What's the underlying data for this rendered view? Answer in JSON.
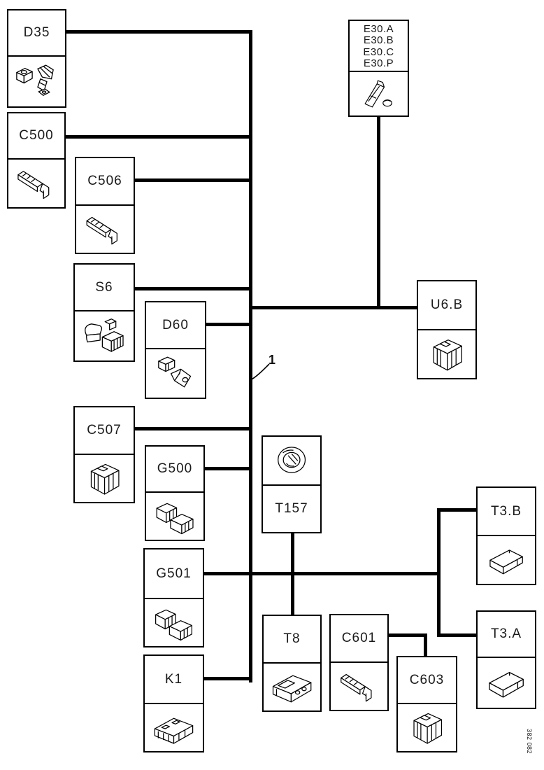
{
  "diagram": {
    "callout_label": "1",
    "doc_number": "382 082",
    "line_color": "#000000",
    "background_color": "#ffffff",
    "boxes": [
      {
        "id": "D35",
        "label": "D35",
        "icon": "relay-and-bracket-connector",
        "icon_href": "#icon-relay-pair"
      },
      {
        "id": "C500",
        "label": "C500",
        "icon": "flat-terminal-connector",
        "icon_href": "#icon-terminal"
      },
      {
        "id": "C506",
        "label": "C506",
        "icon": "flat-terminal-connector",
        "icon_href": "#icon-terminal"
      },
      {
        "id": "S6",
        "label": "S6",
        "icon": "switch-block-pair",
        "icon_href": "#icon-two-blocks"
      },
      {
        "id": "D60",
        "label": "D60",
        "icon": "angled-connector",
        "icon_href": "#icon-angled"
      },
      {
        "id": "C507",
        "label": "C507",
        "icon": "cube-connector-block",
        "icon_href": "#icon-cube"
      },
      {
        "id": "G500",
        "label": "G500",
        "icon": "double-connector-block",
        "icon_href": "#icon-double-cube"
      },
      {
        "id": "G501",
        "label": "G501",
        "icon": "double-connector-block",
        "icon_href": "#icon-double-cube"
      },
      {
        "id": "K1",
        "label": "K1",
        "icon": "wide-connector-housing",
        "icon_href": "#icon-wide"
      },
      {
        "id": "E30",
        "labels": [
          "E30.A",
          "E30.B",
          "E30.C",
          "E30.P"
        ],
        "icon": "plug-and-cap-pair",
        "icon_href": "#icon-plug-pair"
      },
      {
        "id": "U6.B",
        "label": "U6.B",
        "icon": "cube-connector-block",
        "icon_href": "#icon-cube"
      },
      {
        "id": "T157",
        "label": "T157",
        "icon": "round-grommet",
        "icon_href": "#icon-grommet"
      },
      {
        "id": "T8",
        "label": "T8",
        "icon": "long-connector-housing",
        "icon_href": "#icon-long-box"
      },
      {
        "id": "C601",
        "label": "C601",
        "icon": "flat-terminal-connector",
        "icon_href": "#icon-terminal"
      },
      {
        "id": "C603",
        "label": "C603",
        "icon": "cube-connector-block",
        "icon_href": "#icon-cube"
      },
      {
        "id": "T3.B",
        "label": "T3.B",
        "icon": "flat-brick-connector",
        "icon_href": "#icon-brick"
      },
      {
        "id": "T3.A",
        "label": "T3.A",
        "icon": "flat-brick-connector",
        "icon_href": "#icon-brick"
      }
    ]
  }
}
